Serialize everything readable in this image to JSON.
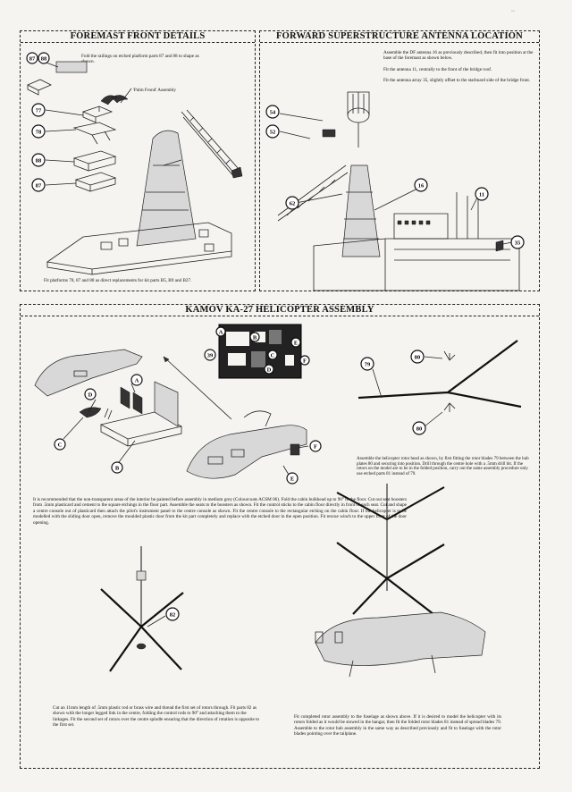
{
  "page_marks": {
    "top_right": "~"
  },
  "foremast": {
    "title": "FOREMAST FRONT DETAILS",
    "instruction_top": "Fold the railings on etched platform parts 87 and 88 to shape as shown.",
    "assembly_label": "'Palm Frond' Assembly",
    "instruction_bottom": "Fit platforms 78, 87 and 88 as direct replacements for kit parts B5, B9 and B27.",
    "callouts": [
      "87",
      "88",
      "77",
      "78",
      "88",
      "87"
    ]
  },
  "forward": {
    "title": "FORWARD SUPERSTRUCTURE ANTENNA LOCATION",
    "notes": [
      "Assemble the DF antenna 16 as previously described, then fit into position at the base of the foremast as shown below.",
      "Fit the antenna 11, centrally to the front of the bridge roof.",
      "Fit the antenna array 35, slightly offset to the starboard side of the bridge front."
    ],
    "callouts": [
      "54",
      "52",
      "62",
      "16",
      "11",
      "35"
    ]
  },
  "kamov": {
    "title": "KAMOV KA-27 HELICOPTER ASSEMBLY",
    "fret_part": "39",
    "fret_letters": [
      "A",
      "B",
      "C",
      "D",
      "E",
      "F"
    ],
    "sub_letters": [
      "A",
      "D",
      "C",
      "B",
      "F",
      "E"
    ],
    "rotor_callouts": [
      "80",
      "79",
      "80"
    ],
    "callout_82": "82",
    "rotor_head_text": "Assemble the helicopter rotor head as shown, by first fitting the rotor blades 79 between the hub plates 80 and securing into position. Drill through the centre hole with a .5mm drill bit. If the rotors on the model are to be in the folded position, carry out the same assembly procedure only use etched parts 81 instead of 79.",
    "interior_text": "It is recommended that the non-transparent areas of the interior be painted before assembly in medium grey (Colourcoats ACSM 06). Fold the cabin bulkhead up to 90° to the floor. Cut out seat boosters from .5mm plasticard and cement to the square etchings in the floor part. Assemble the seats to the boosters as shown. Fit the control sticks to the cabin floor directly in front of each seat. Cut and shape a centre console out of plasticard then attach the pilot's instrument panel to the centre console as shown. Fit the centre console to the rectangular etching on the cabin floor. If the helicopter is to be modelled with the sliding door open, remove the moulded plastic door from the kit part completely and replace with the etched door in the open position. Fit rescue winch to the upper front of the door opening.",
    "rod_text": "Cut an 11mm length of .5mm plastic rod or brass wire and thread the first set of rotors through. Fit parts 82 as shown with the longer legged link in the centre, folding the control rods to 90° and attaching them to the linkages. Fit the second set of rotors over the centre spindle ensuring that the direction of rotation is opposite to the first set.",
    "final_text": "Fit completed rotor assembly to the fuselage as shown above. If it is desired to model the helicopter with its rotors folded as it would be stowed in the hangar, then fit the folded rotor blades 81 instead of spread blades 79. Assemble to the rotor hub assembly in the same way as described previously and fit to fuselage with the rotor blades pointing over the tailplane."
  }
}
